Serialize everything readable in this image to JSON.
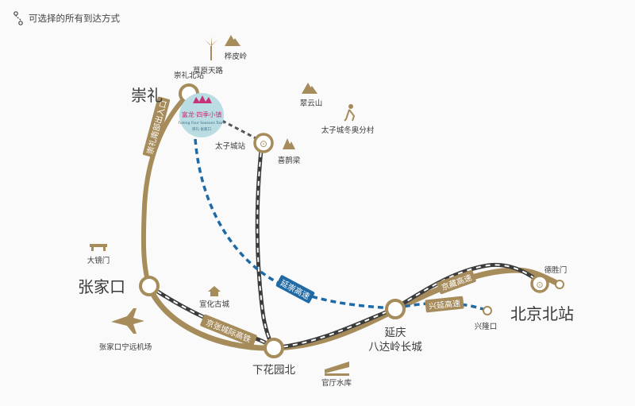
{
  "header": {
    "title": "可选择的所有到达方式",
    "icon": "route-icon"
  },
  "colors": {
    "expressway": "#a68b5b",
    "rail_dark": "#3b3b3b",
    "yanchong": "#1f6aa5",
    "xingyan": "#1f6aa5",
    "resort_circle": "#b9dde3",
    "station_fill": "#ffffff",
    "node_ring": "#a68b5b",
    "background": "#fafafa"
  },
  "stations": {
    "chongli_north": "崇礼北站",
    "chongli": "崇礼",
    "taizicheng_station": "太子城站",
    "zhangjiakou": "张家口",
    "xiahuayuan_north": "下花园北",
    "yanqing_line1": "延庆",
    "yanqing_line2": "八达岭长城",
    "beijing_north": "北京北站",
    "deshengmen": "德胜门",
    "xinglongkou": "兴隆口"
  },
  "places": {
    "huapiling": "桦皮岭",
    "caoyuan_tianlu": "草原天路",
    "cuiyunshan": "翠云山",
    "olympic_village": "太子城冬奥分村",
    "xiqueliang": "喜鹊梁",
    "dajingmen": "大镜门",
    "xuanhua": "宣化古城",
    "airport": "张家口宁远机场",
    "guanting": "官厅水库"
  },
  "routes": {
    "chongli_expressway": "崇礼南部出入口",
    "yanchong": "延崇高速",
    "jingzhang_rail": "京张城际高铁",
    "jingzang": "京藏高速",
    "xingyan": "兴延高速"
  },
  "resort": {
    "name_cn": "富龙·四季小镇",
    "name_en": "Fulong Four Seasons Town",
    "sub": "崇礼·张家口"
  }
}
